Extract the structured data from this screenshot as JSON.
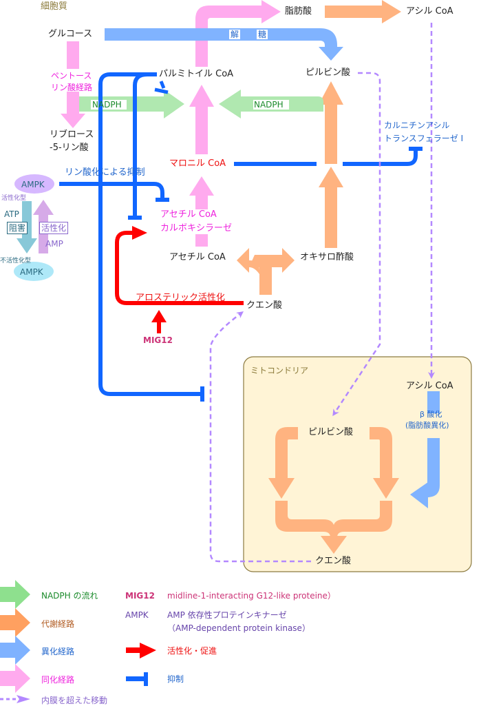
{
  "regions": {
    "cytoplasm": "細胞質",
    "mitochondria": "ミトコンドリア"
  },
  "metabolites": {
    "glucose": "グルコース",
    "fatty_acid": "脂肪酸",
    "acyl_coa_top": "アシル CoA",
    "palmitoyl_coa": "パルミトイル CoA",
    "pyruvate_cyto": "ピルビン酸",
    "ribulose_line1": "リブロース",
    "ribulose_line2": "-5-リン酸",
    "malonyl_coa": "マロニル CoA",
    "acetyl_coa": "アセチル CoA",
    "oxaloacetate": "オキサロ酢酸",
    "citrate_cyto": "クエン酸",
    "acyl_coa_mito": "アシル CoA",
    "pyruvate_mito": "ピルビン酸",
    "citrate_mito": "クエン酸"
  },
  "pathway_labels": {
    "glycolysis_1": "解",
    "glycolysis_2": "糖",
    "pentose_line1": "ペントース",
    "pentose_line2": "リン酸経路",
    "nadph_left": "NADPH",
    "nadph_right": "NADPH",
    "cpt_line1": "カルニチンアシル",
    "cpt_line2": "トランスフェラーゼ I",
    "phospho_inhibition": "リン酸化による抑制",
    "acc_line1": "アセチル CoA",
    "acc_line2": "カルボキシラーゼ",
    "allosteric": "アロステリック活性化",
    "mig12": "MIG12",
    "beta_ox_line1": "β 酸化",
    "beta_ox_line2": "(脂肪酸異化)"
  },
  "ampk_cycle": {
    "ampk_active": "AMPK",
    "active_form": "活性化型",
    "atp": "ATP",
    "inhibit": "阻害",
    "activate": "活性化",
    "amp": "AMP",
    "inactive_form": "不活性化型",
    "ampk_inactive": "AMPK"
  },
  "legend": {
    "items": [
      {
        "icon": "green-arrow",
        "label": "NADPH の流れ",
        "color": "#8ee08e"
      },
      {
        "icon": "orange-arrow",
        "label": "代謝経路",
        "color": "#ffa060"
      },
      {
        "icon": "blue-arrow",
        "label": "異化経路",
        "color": "#7fb2ff"
      },
      {
        "icon": "pink-arrow",
        "label": "同化経路",
        "color": "#ffaaee"
      },
      {
        "icon": "dashed-purple-arrow",
        "label": "内膜を超えた移動",
        "color": "#b388ff"
      }
    ],
    "abbreviations": [
      {
        "abbr": "MIG12",
        "full": "midline-1-interacting G12-like proteine）"
      },
      {
        "abbr": "AMPK",
        "full": "AMP 依存性プロテインキナーゼ",
        "full2": "（AMP-dependent protein kinase）"
      }
    ],
    "activation": {
      "label": "活性化・促進",
      "color": "#ff0000"
    },
    "inhibition": {
      "label": "抑制",
      "color": "#1166ff"
    }
  },
  "colors": {
    "anabolic": "#ffaaee",
    "catabolic": "#80b3ff",
    "metabolic": "#ffb380",
    "nadph": "#b0e8b0",
    "inhibit": "#1166ff",
    "activate": "#ff0000",
    "transport": "#b388ff",
    "mito_fill": "#fff4d6",
    "mito_stroke": "#8b7a40"
  }
}
